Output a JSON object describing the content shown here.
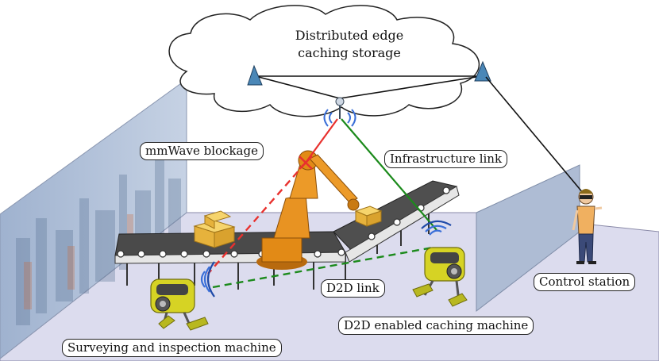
{
  "labels": {
    "storage_line1": "Distributed edge",
    "storage_line2": "caching storage",
    "mmwave_blockage": "mmWave blockage",
    "infrastructure_link": "Infrastructure link",
    "d2d_link": "D2D link",
    "control_station": "Control station",
    "d2d_machine": "D2D enabled caching machine",
    "survey_machine": "Surveying and inspection machine"
  },
  "colors": {
    "blocked_link": "#e8312e",
    "infrastructure_link": "#1b8a1b",
    "d2d_link": "#1b8a1b",
    "floor": "#d9d9ec",
    "wall": "#b9c7dd",
    "robot_arm": "#e28a16",
    "box": "#f2c24c",
    "machine": "#c8c81e",
    "base_station": "#4a87b7"
  },
  "icons": {
    "base_station": "triangle-antenna-icon",
    "access_point": "wireless-access-point-icon",
    "signal": "wireless-signal-icon"
  }
}
